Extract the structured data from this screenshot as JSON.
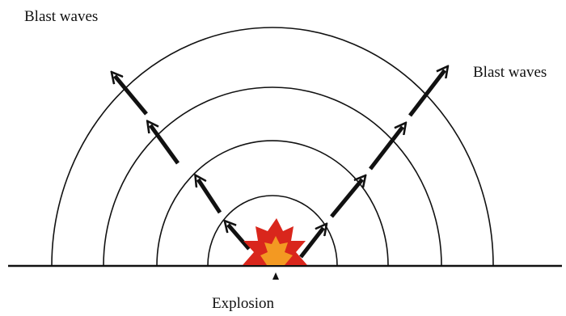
{
  "labels": {
    "blast_waves_upper_left": "Blast waves",
    "blast_waves_right": "Blast waves",
    "explosion": "Explosion"
  },
  "wavefronts": 4,
  "colors": {
    "line": "#111111",
    "explosion_outer": "#d9261c",
    "explosion_inner": "#f5a623"
  },
  "icons": {
    "explosion": "explosion-burst-icon",
    "source_marker": "triangle-up-icon",
    "direction": "arrow-icon"
  }
}
